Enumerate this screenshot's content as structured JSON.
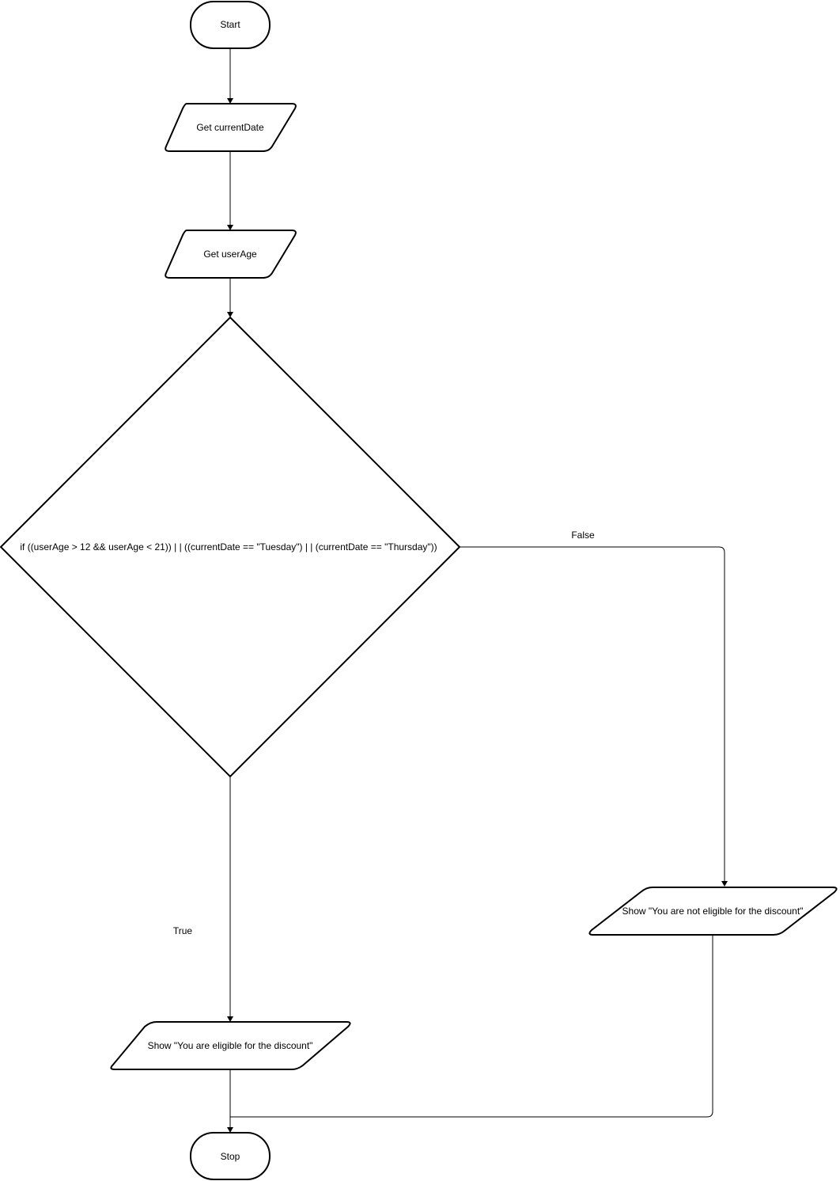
{
  "nodes": {
    "start": "Start",
    "get_date": "Get currentDate",
    "get_age": "Get userAge",
    "condition": "if ((userAge > 12 && userAge < 21)) | | ((currentDate == \"Tuesday\") | | (currentDate == \"Thursday\"))",
    "eligible": "Show \"You are eligible for the discount\"",
    "not_eligible": "Show \"You are not eligible for the discount\"",
    "stop": "Stop"
  },
  "edges": {
    "false_label": "False",
    "true_label": "True"
  }
}
